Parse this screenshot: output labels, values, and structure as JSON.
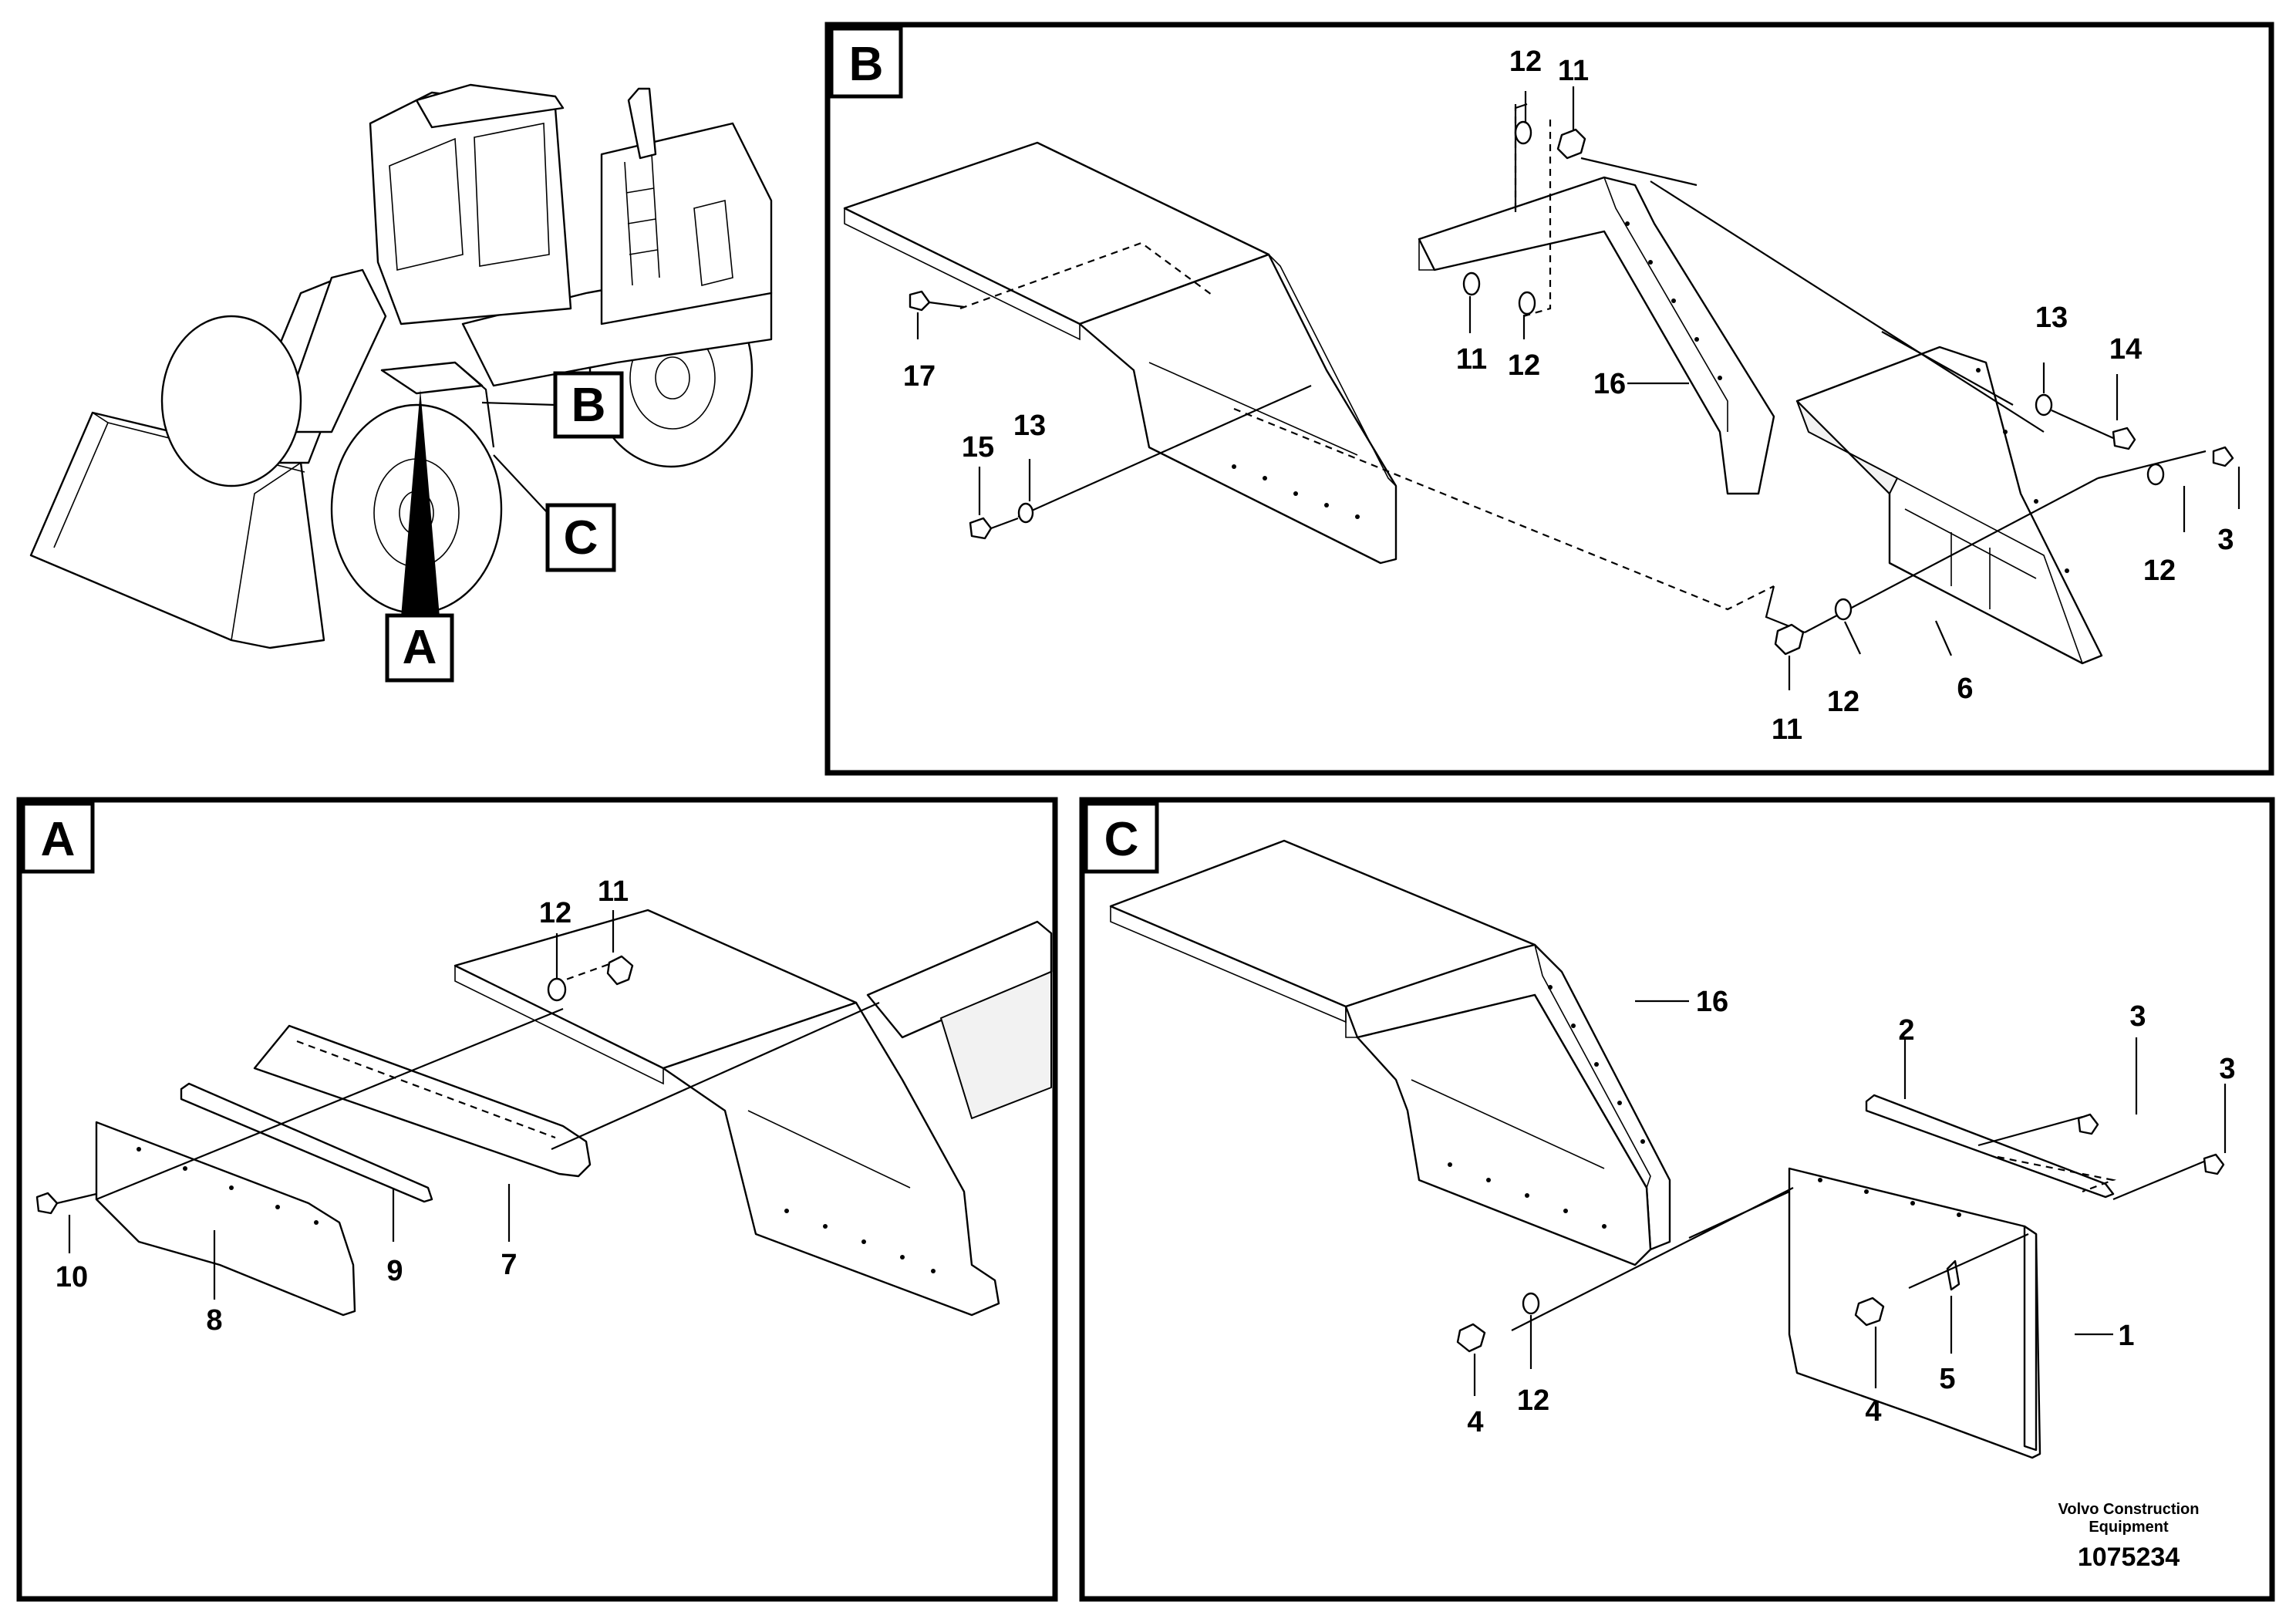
{
  "overview": {
    "callouts": [
      "A",
      "B",
      "C"
    ]
  },
  "panel_b": {
    "tag": "B",
    "labels": [
      "12",
      "11",
      "11",
      "12",
      "16",
      "17",
      "15",
      "13",
      "13",
      "14",
      "3",
      "12",
      "6",
      "11",
      "12"
    ]
  },
  "panel_a": {
    "tag": "A",
    "labels": [
      "12",
      "11",
      "10",
      "8",
      "9",
      "7"
    ]
  },
  "panel_c": {
    "tag": "C",
    "labels": [
      "16",
      "2",
      "3",
      "3",
      "1",
      "4",
      "12",
      "4",
      "5"
    ]
  },
  "footer": {
    "company_line1": "Volvo Construction",
    "company_line2": "Equipment",
    "doc_number": "1075234"
  }
}
